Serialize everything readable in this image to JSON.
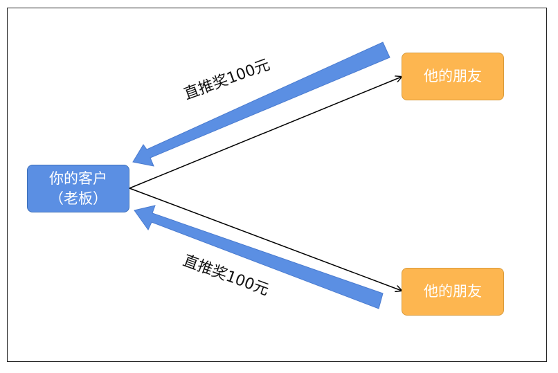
{
  "client": {
    "line1": "你的客户",
    "line2": "（老板）"
  },
  "friends": [
    {
      "label": "他的朋友"
    },
    {
      "label": "他的朋友"
    }
  ],
  "rewards": [
    {
      "label": "直推奖100元"
    },
    {
      "label": "直推奖100元"
    }
  ],
  "colors": {
    "client_fill": "#5b8fe3",
    "friend_fill": "#fdb650",
    "reward_arrow": "#5b8fe3",
    "connector": "#000000"
  }
}
